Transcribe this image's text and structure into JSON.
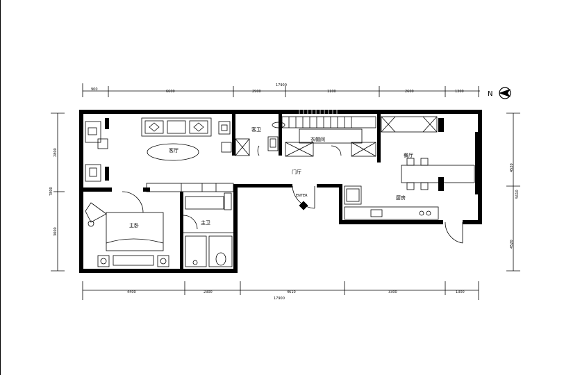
{
  "plan": {
    "north_label": "N",
    "rooms": {
      "living": "客厅",
      "guest_bath": "客卫",
      "cloakroom": "衣帽间",
      "foyer": "门厅",
      "dining": "餐厅",
      "kitchen": "厨房",
      "master_bedroom": "主卧",
      "master_bath": "主卫"
    },
    "enter_label": "ENTER",
    "dims_top": [
      "900",
      "6600",
      "2900",
      "1100",
      "2600",
      "1300"
    ],
    "dims_top_total": "17900",
    "dims_bottom": [
      "4400",
      "2300",
      "4610",
      "3300",
      "1300"
    ],
    "dims_bottom_total": "17900",
    "dims_left": [
      "2800",
      "7800",
      "3000"
    ],
    "dims_right": [
      "4520",
      "5610",
      "4520"
    ]
  }
}
